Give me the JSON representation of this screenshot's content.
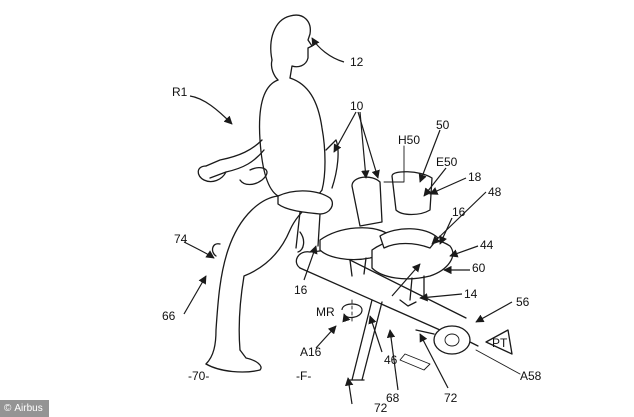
{
  "labels": {
    "l12": "12",
    "r1": "R1",
    "l10": "10",
    "h50": "H50",
    "l50": "50",
    "e50": "E50",
    "l18": "18",
    "l48": "48",
    "l16a": "16",
    "l74": "74",
    "l44": "44",
    "l60": "60",
    "l14": "14",
    "l16b": "16",
    "l66": "66",
    "mr": "MR",
    "l56": "56",
    "pt": "PT",
    "a16": "A16",
    "l46": "46",
    "l70": "-70-",
    "lf": "-F-",
    "a58": "A58",
    "l68": "68",
    "l72a": "72",
    "l72b": "72"
  },
  "credit": {
    "icon": "copyright-icon",
    "text": "Airbus"
  }
}
